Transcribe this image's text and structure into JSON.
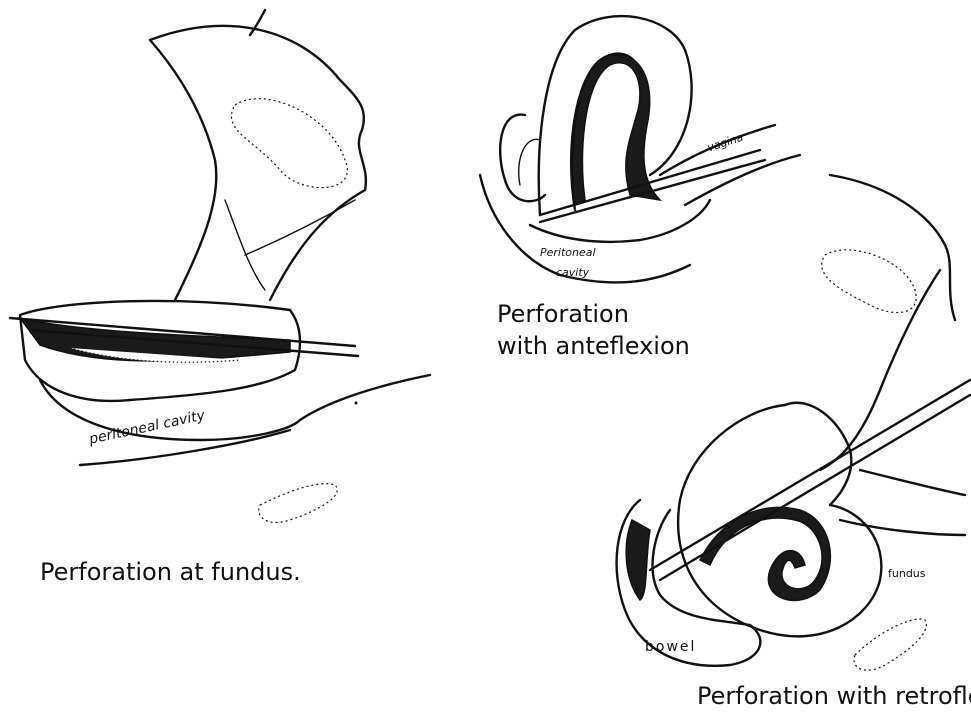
{
  "captions": {
    "fundus": "Perforation at fundus.",
    "ante_line1": "Perforation",
    "ante_line2": "with anteflexion",
    "retro": "Perforation with retroflexion"
  },
  "labels": {
    "peritoneal_cavity_left": "peritoneal cavity",
    "vagina": "vagina",
    "peritoneal_top": "Peritoneal",
    "cavity_top": "cavity",
    "fundus": "fundus",
    "bowel": "bowel"
  }
}
